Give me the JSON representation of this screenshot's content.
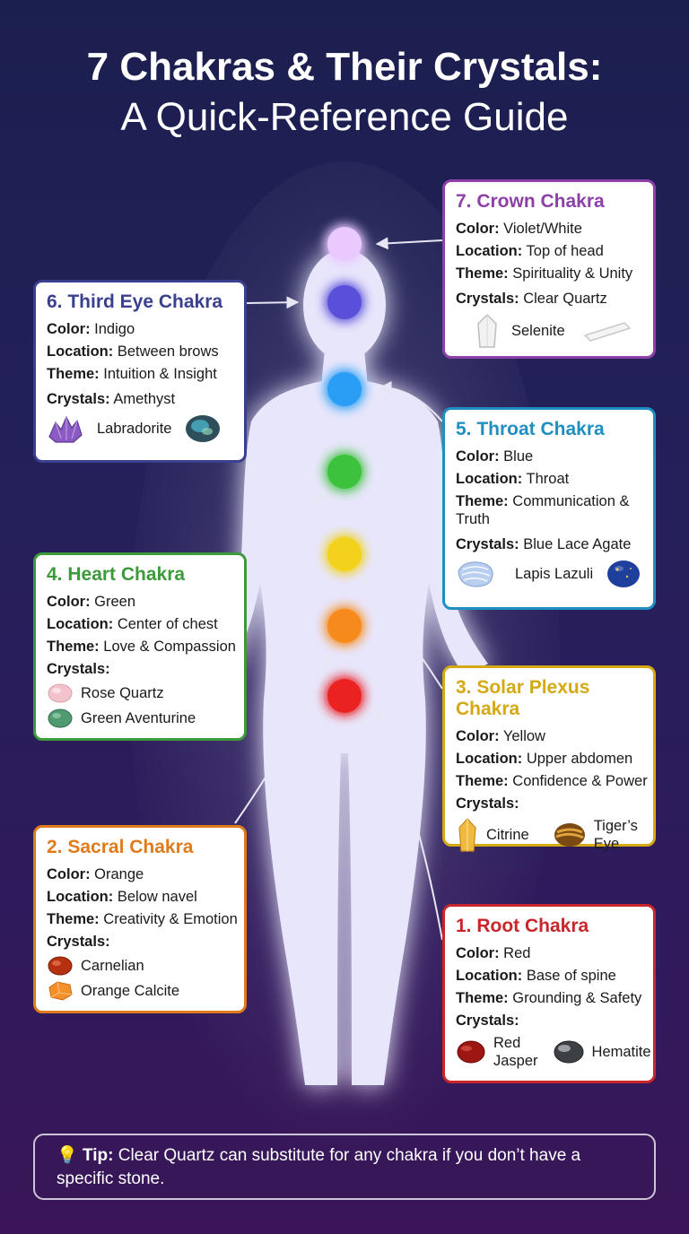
{
  "title": {
    "line1": "7 Chakras & Their Crystals:",
    "line2": "A Quick-Reference Guide"
  },
  "labels": {
    "color": "Color:",
    "location": "Location:",
    "theme": "Theme:",
    "crystals": "Crystals:"
  },
  "chakras": {
    "crown": {
      "title": "7. Crown Chakra",
      "accent": "#8e3fa8",
      "color": "Violet/White",
      "location": "Top of head",
      "theme": "Spirituality & Unity",
      "crystals": [
        "Clear Quartz",
        "Selenite"
      ]
    },
    "third_eye": {
      "title": "6. Third Eye Chakra",
      "accent": "#3a3f8f",
      "color": "Indigo",
      "location": "Between brows",
      "theme": "Intuition & Insight",
      "crystals": [
        "Amethyst",
        "Labradorite"
      ]
    },
    "throat": {
      "title": "5. Throat Chakra",
      "accent": "#1f8fc2",
      "color": "Blue",
      "location": "Throat",
      "theme": "Communication & Truth",
      "crystals": [
        "Blue Lace Agate",
        "Lapis Lazuli"
      ]
    },
    "heart": {
      "title": "4. Heart Chakra",
      "accent": "#3d9a3a",
      "color": "Green",
      "location": "Center of chest",
      "theme": "Love & Compassion",
      "crystals": [
        "Rose Quartz",
        "Green Aventurine"
      ]
    },
    "solar_plexus": {
      "title": "3. Solar Plexus Chakra",
      "accent": "#d4a914",
      "color": "Yellow",
      "location": "Upper abdomen",
      "theme": "Confidence & Power",
      "crystals": [
        "Citrine",
        "Tiger’s Eye"
      ]
    },
    "sacral": {
      "title": "2. Sacral Chakra",
      "accent": "#e07b1c",
      "color": "Orange",
      "location": "Below navel",
      "theme": "Creativity & Emotion",
      "crystals": [
        "Carnelian",
        "Orange Calcite"
      ]
    },
    "root": {
      "title": "1. Root Chakra",
      "accent": "#c8262b",
      "color": "Red",
      "location": "Base of spine",
      "theme": "Grounding & Safety",
      "crystals": [
        "Red Jasper",
        "Hematite"
      ]
    }
  },
  "orb_colors": [
    "#e9c9ff",
    "#5a50d8",
    "#2a9df4",
    "#3ec23e",
    "#f2d21e",
    "#f78a1c",
    "#ea2424"
  ],
  "tip": {
    "label": "Tip:",
    "text": "Clear Quartz can substitute for any chakra if you don’t have a specific stone."
  }
}
